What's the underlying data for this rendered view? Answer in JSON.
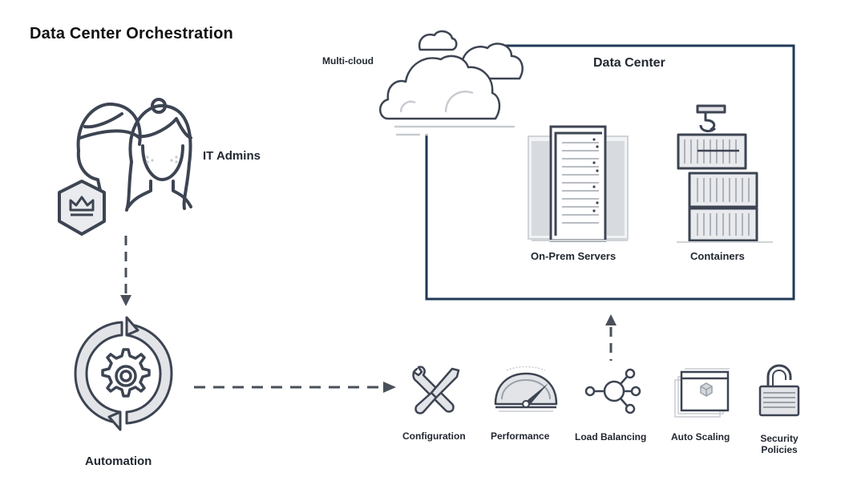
{
  "title": "Data Center Orchestration",
  "actors": {
    "it_admins": "IT Admins",
    "automation": "Automation"
  },
  "data_center": {
    "title": "Data Center",
    "multi_cloud": "Multi-cloud",
    "on_prem": "On-Prem Servers",
    "containers": "Containers"
  },
  "capabilities": [
    {
      "label": "Configuration",
      "icon": "wrench-screwdriver-icon"
    },
    {
      "label": "Performance",
      "icon": "gauge-icon"
    },
    {
      "label": "Load Balancing",
      "icon": "load-balancer-icon"
    },
    {
      "label": "Auto Scaling",
      "icon": "window-stack-icon"
    },
    {
      "label": "Security Policies",
      "icon": "padlock-icon"
    }
  ],
  "colors": {
    "stroke": "#3d4452",
    "frame": "#1f3a56",
    "light": "#d5d8dc",
    "arrow": "#4a505a"
  }
}
